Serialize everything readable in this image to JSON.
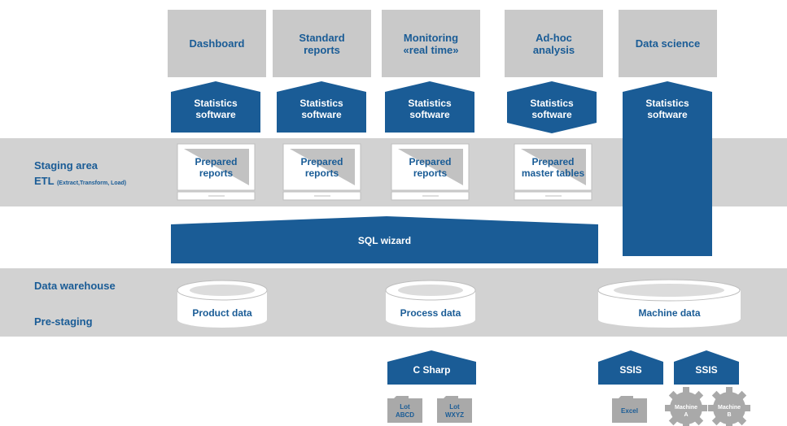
{
  "outputs": [
    "Dashboard",
    "Standard\nreports",
    "Monitoring\n«real time»",
    "Ad-hoc\nanalysis",
    "Data science"
  ],
  "statistics_label": "Statistics\nsoftware",
  "staging": {
    "title": "Staging area",
    "etl": "ETL",
    "etl_detail": "(Extract,Transform, Load)"
  },
  "prepared": [
    "Prepared\nreports",
    "Prepared\nreports",
    "Prepared\nreports",
    "Prepared\nmaster tables"
  ],
  "sql_wizard": "SQL wizard",
  "warehouse": {
    "title": "Data warehouse",
    "prestaging": "Pre-staging"
  },
  "databases": [
    "Product data",
    "Process data",
    "Machine data"
  ],
  "sources": {
    "csharp": "C Sharp",
    "ssis": "SSIS",
    "lots": [
      "Lot\nABCD",
      "Lot\nWXYZ"
    ],
    "excel": "Excel",
    "machines": [
      "Machine\nA",
      "Machine\nB"
    ]
  },
  "colors": {
    "blue": "#1a5c96",
    "gray_box": "#c9c9c9",
    "band": "#d2d2d2",
    "icon_gray": "#a9a9a9"
  }
}
